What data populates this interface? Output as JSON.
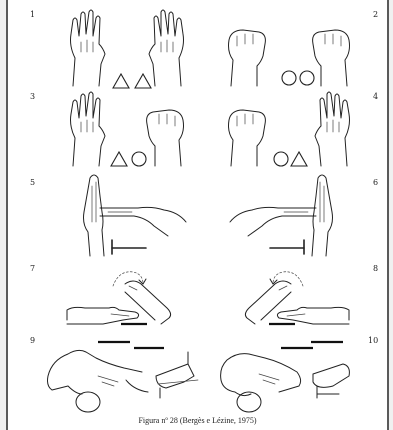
{
  "figure": {
    "panel_numbers": [
      "1",
      "2",
      "3",
      "4",
      "5",
      "6",
      "7",
      "8",
      "9",
      "10"
    ],
    "caption": "Figura nº 28 (Bergès e Lézine, 1975)"
  },
  "colors": {
    "ink": "#222222",
    "page": "#ffffff",
    "frame": "#5a5a5a"
  },
  "icons": {
    "row1_left_symbols": "two-triangles",
    "row1_right_symbols": "two-circles",
    "row2_left_symbols": "triangle-circle",
    "row2_right_symbols": "circle-triangle"
  }
}
